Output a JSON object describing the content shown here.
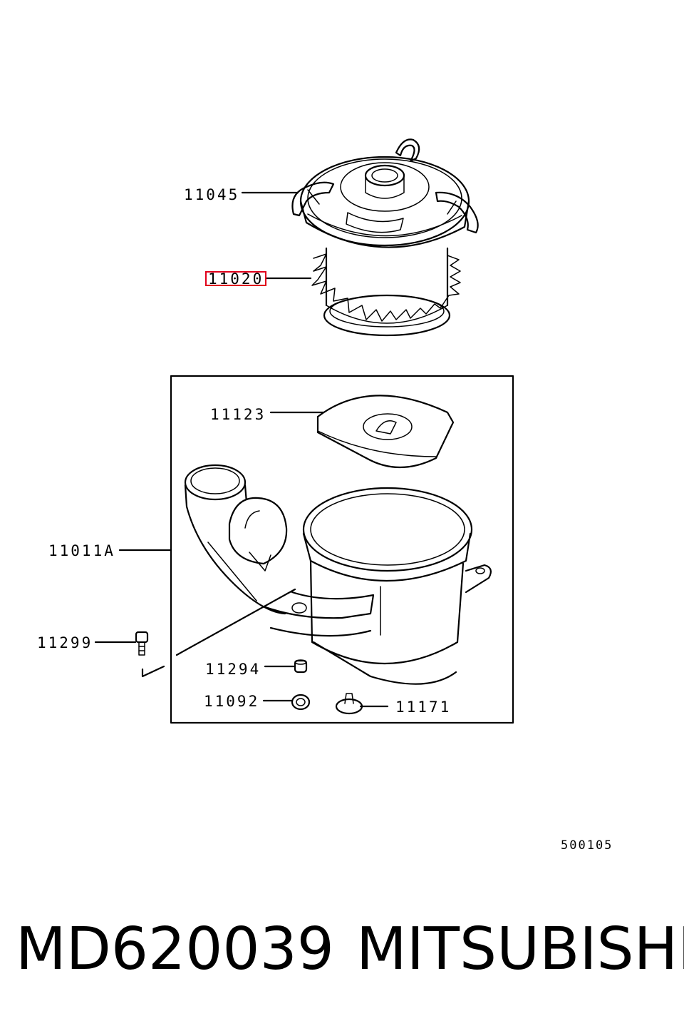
{
  "diagram": {
    "callouts": [
      {
        "id": "11045",
        "label": "11045",
        "highlighted": false
      },
      {
        "id": "11020",
        "label": "11020",
        "highlighted": true
      },
      {
        "id": "11123",
        "label": "11123",
        "highlighted": false
      },
      {
        "id": "11011A",
        "label": "11011A",
        "highlighted": false
      },
      {
        "id": "11299",
        "label": "11299",
        "highlighted": false
      },
      {
        "id": "11294",
        "label": "11294",
        "highlighted": false
      },
      {
        "id": "11092",
        "label": "11092",
        "highlighted": false
      },
      {
        "id": "11171",
        "label": "11171",
        "highlighted": false
      }
    ],
    "reference_code": "500105",
    "highlight_color": "#e0001b"
  },
  "footer": {
    "part_number": "MD620039",
    "brand": "MITSUBISHI"
  }
}
